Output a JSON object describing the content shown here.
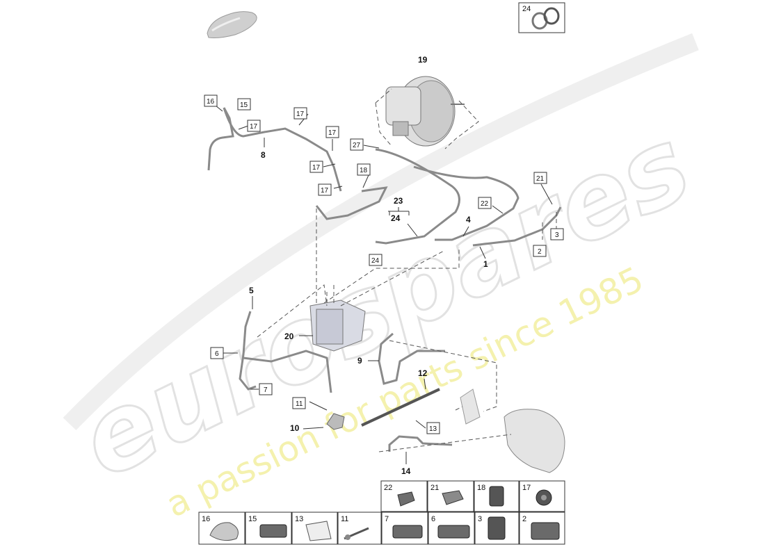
{
  "watermark": {
    "brand": "eurospares",
    "tagline": "a passion for parts since 1985",
    "brand_color": "#e6e6e6",
    "tagline_color": "#f3f0a6"
  },
  "callouts": {
    "bold": [
      {
        "id": "19",
        "label": "19"
      },
      {
        "id": "8",
        "label": "8"
      },
      {
        "id": "23",
        "label": "23"
      },
      {
        "id": "24",
        "label": "24"
      },
      {
        "id": "4",
        "label": "4"
      },
      {
        "id": "1",
        "label": "1"
      },
      {
        "id": "5",
        "label": "5"
      },
      {
        "id": "20",
        "label": "20"
      },
      {
        "id": "9",
        "label": "9"
      },
      {
        "id": "12",
        "label": "12"
      },
      {
        "id": "10",
        "label": "10"
      },
      {
        "id": "14",
        "label": "14"
      }
    ],
    "boxed": [
      {
        "id": "b16",
        "label": "16"
      },
      {
        "id": "b15",
        "label": "15"
      },
      {
        "id": "b17a",
        "label": "17"
      },
      {
        "id": "b17b",
        "label": "17"
      },
      {
        "id": "b17c",
        "label": "17"
      },
      {
        "id": "b17d",
        "label": "17"
      },
      {
        "id": "b17e",
        "label": "17"
      },
      {
        "id": "b18",
        "label": "18"
      },
      {
        "id": "b27",
        "label": "27"
      },
      {
        "id": "b21",
        "label": "21"
      },
      {
        "id": "b22",
        "label": "22"
      },
      {
        "id": "b3",
        "label": "3"
      },
      {
        "id": "b2",
        "label": "2"
      },
      {
        "id": "b24",
        "label": "24"
      },
      {
        "id": "b6",
        "label": "6"
      },
      {
        "id": "b7",
        "label": "7"
      },
      {
        "id": "b11",
        "label": "11"
      },
      {
        "id": "b13",
        "label": "13"
      }
    ]
  },
  "top_right_box": {
    "label": "24"
  },
  "parts_grid": {
    "top_row": [
      {
        "label": "22",
        "icon": "clip-22-icon"
      },
      {
        "label": "21",
        "icon": "clip-21-icon"
      },
      {
        "label": "18",
        "icon": "clip-18-icon"
      },
      {
        "label": "17",
        "icon": "clip-17-icon"
      }
    ],
    "bottom_row": [
      {
        "label": "16",
        "icon": "grommet-16-icon"
      },
      {
        "label": "15",
        "icon": "clip-15-icon"
      },
      {
        "label": "13",
        "icon": "bracket-13-icon"
      },
      {
        "label": "11",
        "icon": "rivet-11-icon"
      },
      {
        "label": "7",
        "icon": "clip-7-icon"
      },
      {
        "label": "6",
        "icon": "clip-6-icon"
      },
      {
        "label": "3",
        "icon": "clip-3-icon"
      },
      {
        "label": "2",
        "icon": "clip-2-icon"
      }
    ]
  }
}
